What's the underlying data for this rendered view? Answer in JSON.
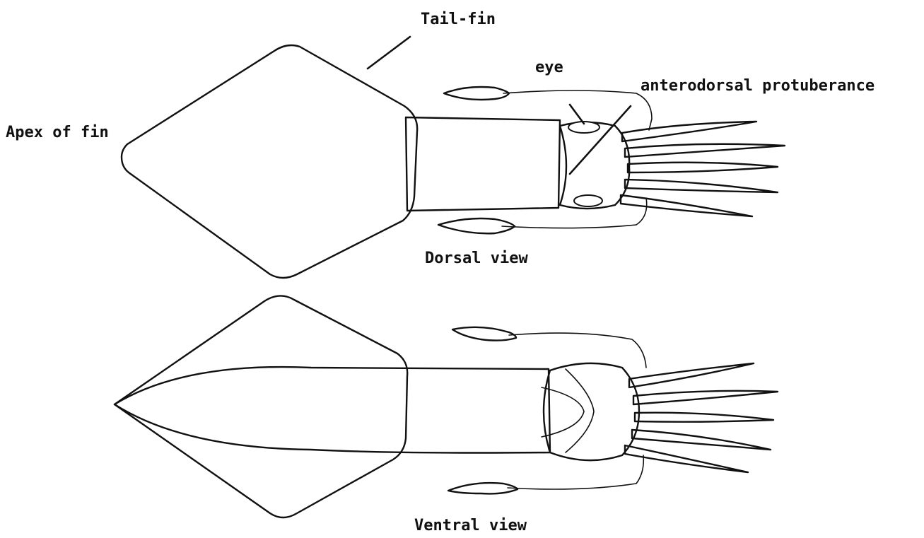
{
  "labels": {
    "tail_fin": "Tail-fin",
    "eye": "eye",
    "anterodorsal_protuberance": "anterodorsal protuberance",
    "apex_of_fin": "Apex of fin",
    "dorsal_view": "Dorsal view",
    "ventral_view": "Ventral view"
  },
  "colors": {
    "ink": "#111111",
    "paper": "#ffffff"
  }
}
